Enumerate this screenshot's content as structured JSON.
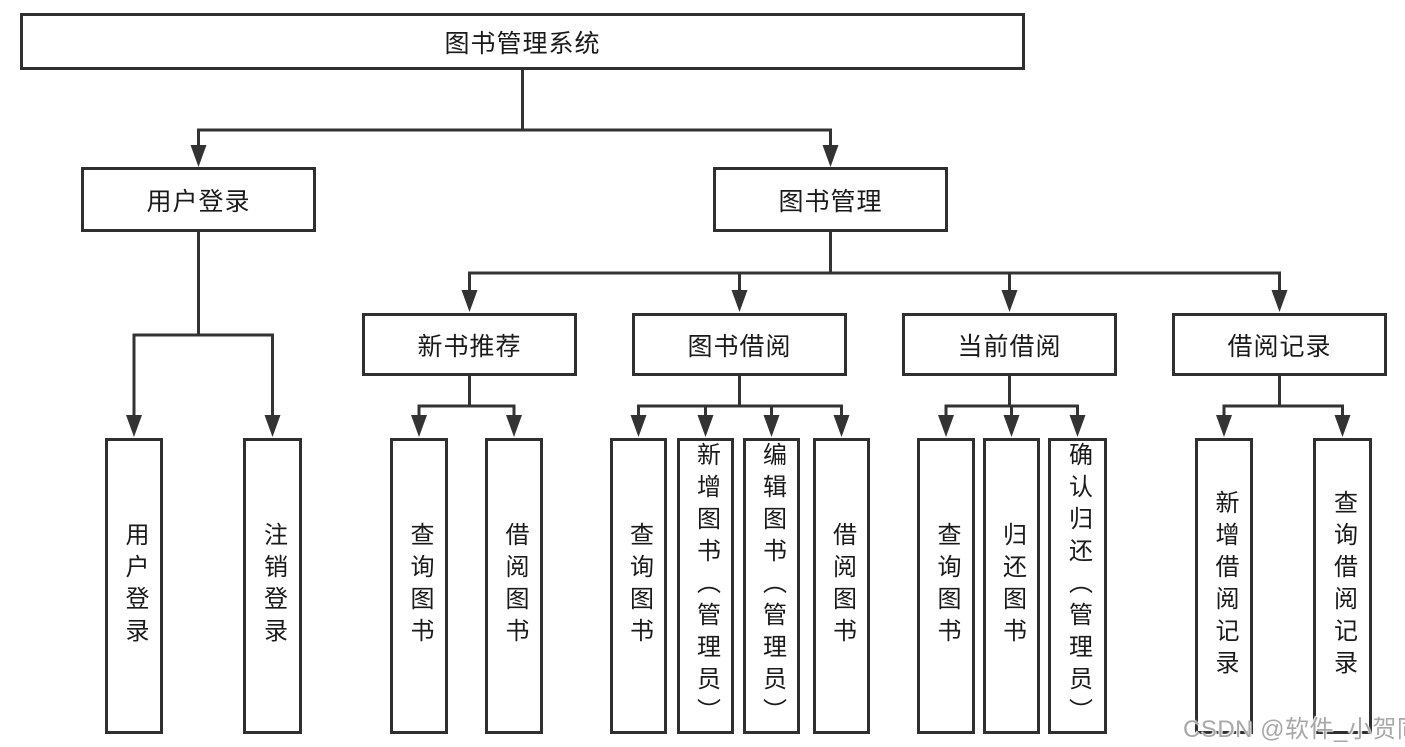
{
  "diagram": {
    "root": {
      "label": "图书管理系统",
      "children": [
        {
          "label": "用户登录",
          "children": [
            {
              "label": "用户登录"
            },
            {
              "label": "注销登录"
            }
          ]
        },
        {
          "label": "图书管理",
          "children": [
            {
              "label": "新书推荐",
              "children": [
                {
                  "label": "查询图书"
                },
                {
                  "label": "借阅图书"
                }
              ]
            },
            {
              "label": "图书借阅",
              "children": [
                {
                  "label": "查询图书"
                },
                {
                  "label": "新增图书（管理员）"
                },
                {
                  "label": "编辑图书（管理员）"
                },
                {
                  "label": "借阅图书"
                }
              ]
            },
            {
              "label": "当前借阅",
              "children": [
                {
                  "label": "查询图书"
                },
                {
                  "label": "归还图书"
                },
                {
                  "label": "确认归还（管理员）"
                }
              ]
            },
            {
              "label": "借阅记录",
              "children": [
                {
                  "label": "新增借阅记录"
                },
                {
                  "label": "查询借阅记录"
                }
              ]
            }
          ]
        }
      ]
    }
  },
  "watermark": {
    "text": "CSDN @软件_小贺同学"
  },
  "colors": {
    "line": "#333333",
    "box_border": "#2f2f2f",
    "text": "#1a1a1a",
    "watermark": "#a8a8a8",
    "background": "#ffffff"
  }
}
